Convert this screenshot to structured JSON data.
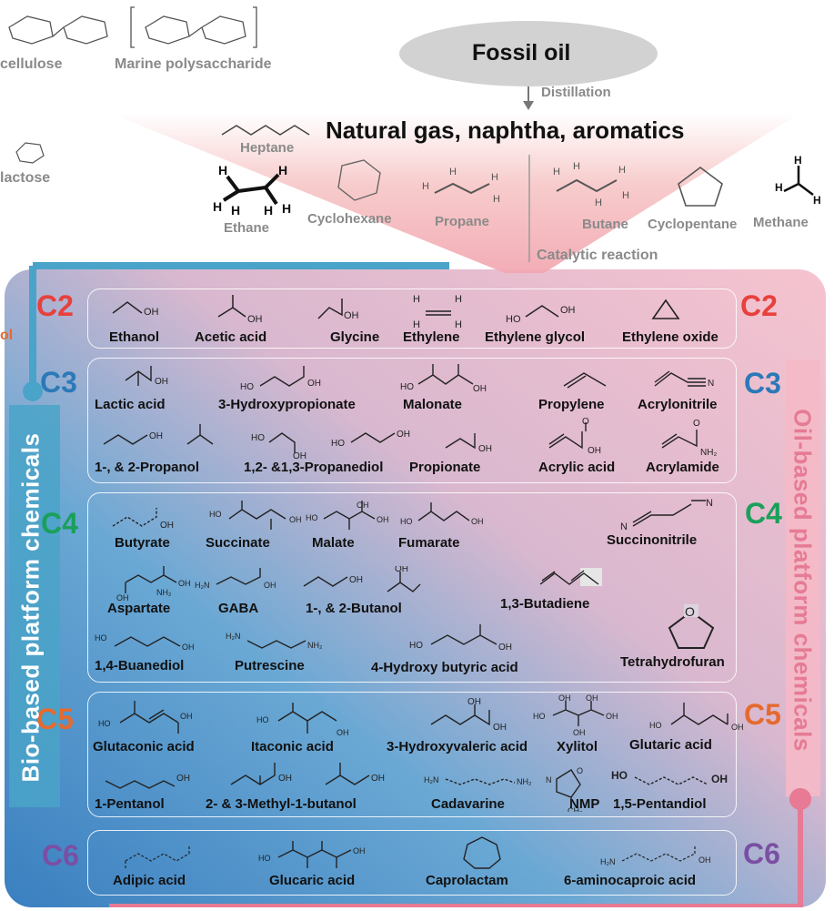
{
  "top": {
    "fossil_oil": "Fossil oil",
    "distillation": "Distillation",
    "natural_gas": "Natural gas, naphtha, aromatics",
    "catalytic": "Catalytic reaction",
    "cellulose": "cellulose",
    "marine": "Marine polysaccharide",
    "lactose": "lactose",
    "heptane": "Heptane",
    "ethane": "Ethane",
    "cyclohexane": "Cyclohexane",
    "propane": "Propane",
    "butane": "Butane",
    "cyclopentane": "Cyclopentane",
    "methane": "Methane"
  },
  "side": {
    "bio": "Bio-based platform chemicals",
    "oil": "Oil-based platform chemicals",
    "ol": "ol"
  },
  "carbons": {
    "c2": "C2",
    "c3": "C3",
    "c4": "C4",
    "c5": "C5",
    "c6": "C6"
  },
  "colors": {
    "c2": "#e8403c",
    "c3": "#2b79b8",
    "c4": "#1aa05a",
    "c5": "#e56a2e",
    "c6": "#7a4fa3",
    "blue": "#4aa3c8",
    "pink": "#f28aa2"
  },
  "chem": {
    "ethanol": "Ethanol",
    "acetic": "Acetic acid",
    "glycine": "Glycine",
    "ethylene": "Ethylene",
    "eglycol": "Ethylene glycol",
    "eoxide": "Ethylene oxide",
    "lactic": "Lactic acid",
    "hpropionate": "3-Hydroxypropionate",
    "malonate": "Malonate",
    "propylene": "Propylene",
    "acrylonitrile": "Acrylonitrile",
    "propanol": "1-, & 2-Propanol",
    "propanediol": "1,2- &1,3-Propanediol",
    "propionate": "Propionate",
    "acrylic": "Acrylic acid",
    "acrylamide": "Acrylamide",
    "butyrate": "Butyrate",
    "succinate": "Succinate",
    "malate": "Malate",
    "fumarate": "Fumarate",
    "succinonitrile": "Succinonitrile",
    "aspartate": "Aspartate",
    "gaba": "GABA",
    "butanol": "1-, & 2-Butanol",
    "butadiene": "1,3-Butadiene",
    "buanediol": "1,4-Buanediol",
    "putrescine": "Putrescine",
    "hbutyric": "4-Hydroxy butyric acid",
    "thf": "Tetrahydrofuran",
    "glutaconic": "Glutaconic acid",
    "itaconic": "Itaconic acid",
    "hvaleric": "3-Hydroxyvaleric acid",
    "xylitol": "Xylitol",
    "glutaric": "Glutaric acid",
    "pentanol": "1-Pentanol",
    "methylbutanol": "2- & 3-Methyl-1-butanol",
    "cadavarine": "Cadavarine",
    "nmp": "NMP",
    "pentandiol": "1,5-Pentandiol",
    "adipic": "Adipic acid",
    "glucaric": "Glucaric acid",
    "caprolactam": "Caprolactam",
    "aminocaproic": "6-aminocaproic acid"
  }
}
